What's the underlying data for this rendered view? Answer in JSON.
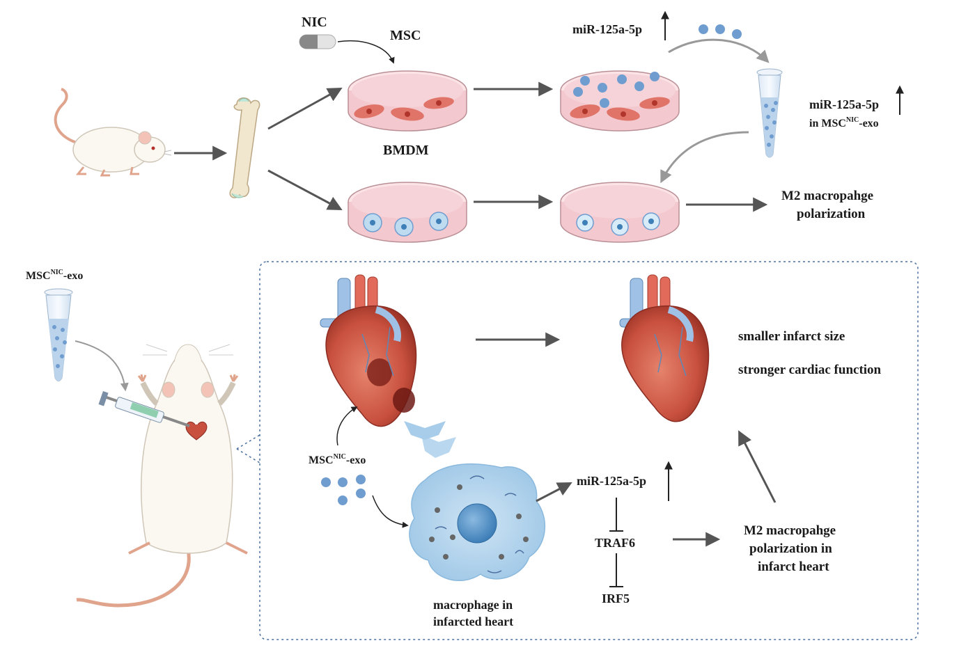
{
  "labels": {
    "nic": "NIC",
    "msc": "MSC",
    "bmdm": "BMDM",
    "mir_top": "miR-125a-5p",
    "mir_right_line1": "miR-125a-5p",
    "mir_right_line2_prefix": "in MSC",
    "mir_right_line2_sup": "NIC",
    "mir_right_line2_suffix": "-exo",
    "m2_top_line1": "M2 macropahge",
    "m2_top_line2": "polarization",
    "msc_exo_left_prefix": "MSC",
    "msc_exo_left_sup": "NIC",
    "msc_exo_left_suffix": "-exo",
    "msc_exo_box_prefix": "MSC",
    "msc_exo_box_sup": "NIC",
    "msc_exo_box_suffix": "-exo",
    "outcome1": "smaller infarct size",
    "outcome2": "stronger cardiac function",
    "mir_bottom": "miR-125a-5p",
    "traf6": "TRAF6",
    "irf5": "IRF5",
    "m2_bottom_line1": "M2 macropahge",
    "m2_bottom_line2": "polarization in",
    "m2_bottom_line3": "infarct heart",
    "macrophage_line1": "macrophage in",
    "macrophage_line2": "infarcted heart"
  },
  "colors": {
    "arrow": "#555555",
    "dish_fill": "#f3c9cf",
    "cell": "#e07468",
    "exosome": "#6f9dd0",
    "dashed_border": "#4a6fa0"
  }
}
